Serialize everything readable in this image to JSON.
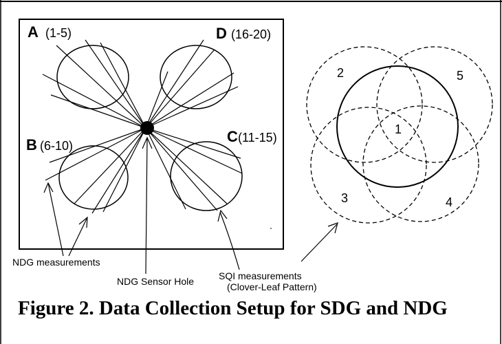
{
  "quadrants": [
    {
      "id": "A",
      "letter": "A",
      "range": "(1-5)"
    },
    {
      "id": "D",
      "letter": "D",
      "range": "(16-20)"
    },
    {
      "id": "B",
      "letter": "B",
      "range": "(6-10)"
    },
    {
      "id": "C",
      "letter": "C",
      "range": "(11-15)"
    }
  ],
  "petals": [
    "1",
    "2",
    "3",
    "4",
    "5"
  ],
  "callouts": {
    "ndg_measurements": "NDG measurements",
    "ndg_sensor_hole": "NDG Sensor Hole",
    "sqi_measurements": "SQI measurements",
    "sqi_pattern": "(Clover-Leaf Pattern)"
  },
  "caption": "Figure 2. Data Collection Setup for SDG and NDG"
}
